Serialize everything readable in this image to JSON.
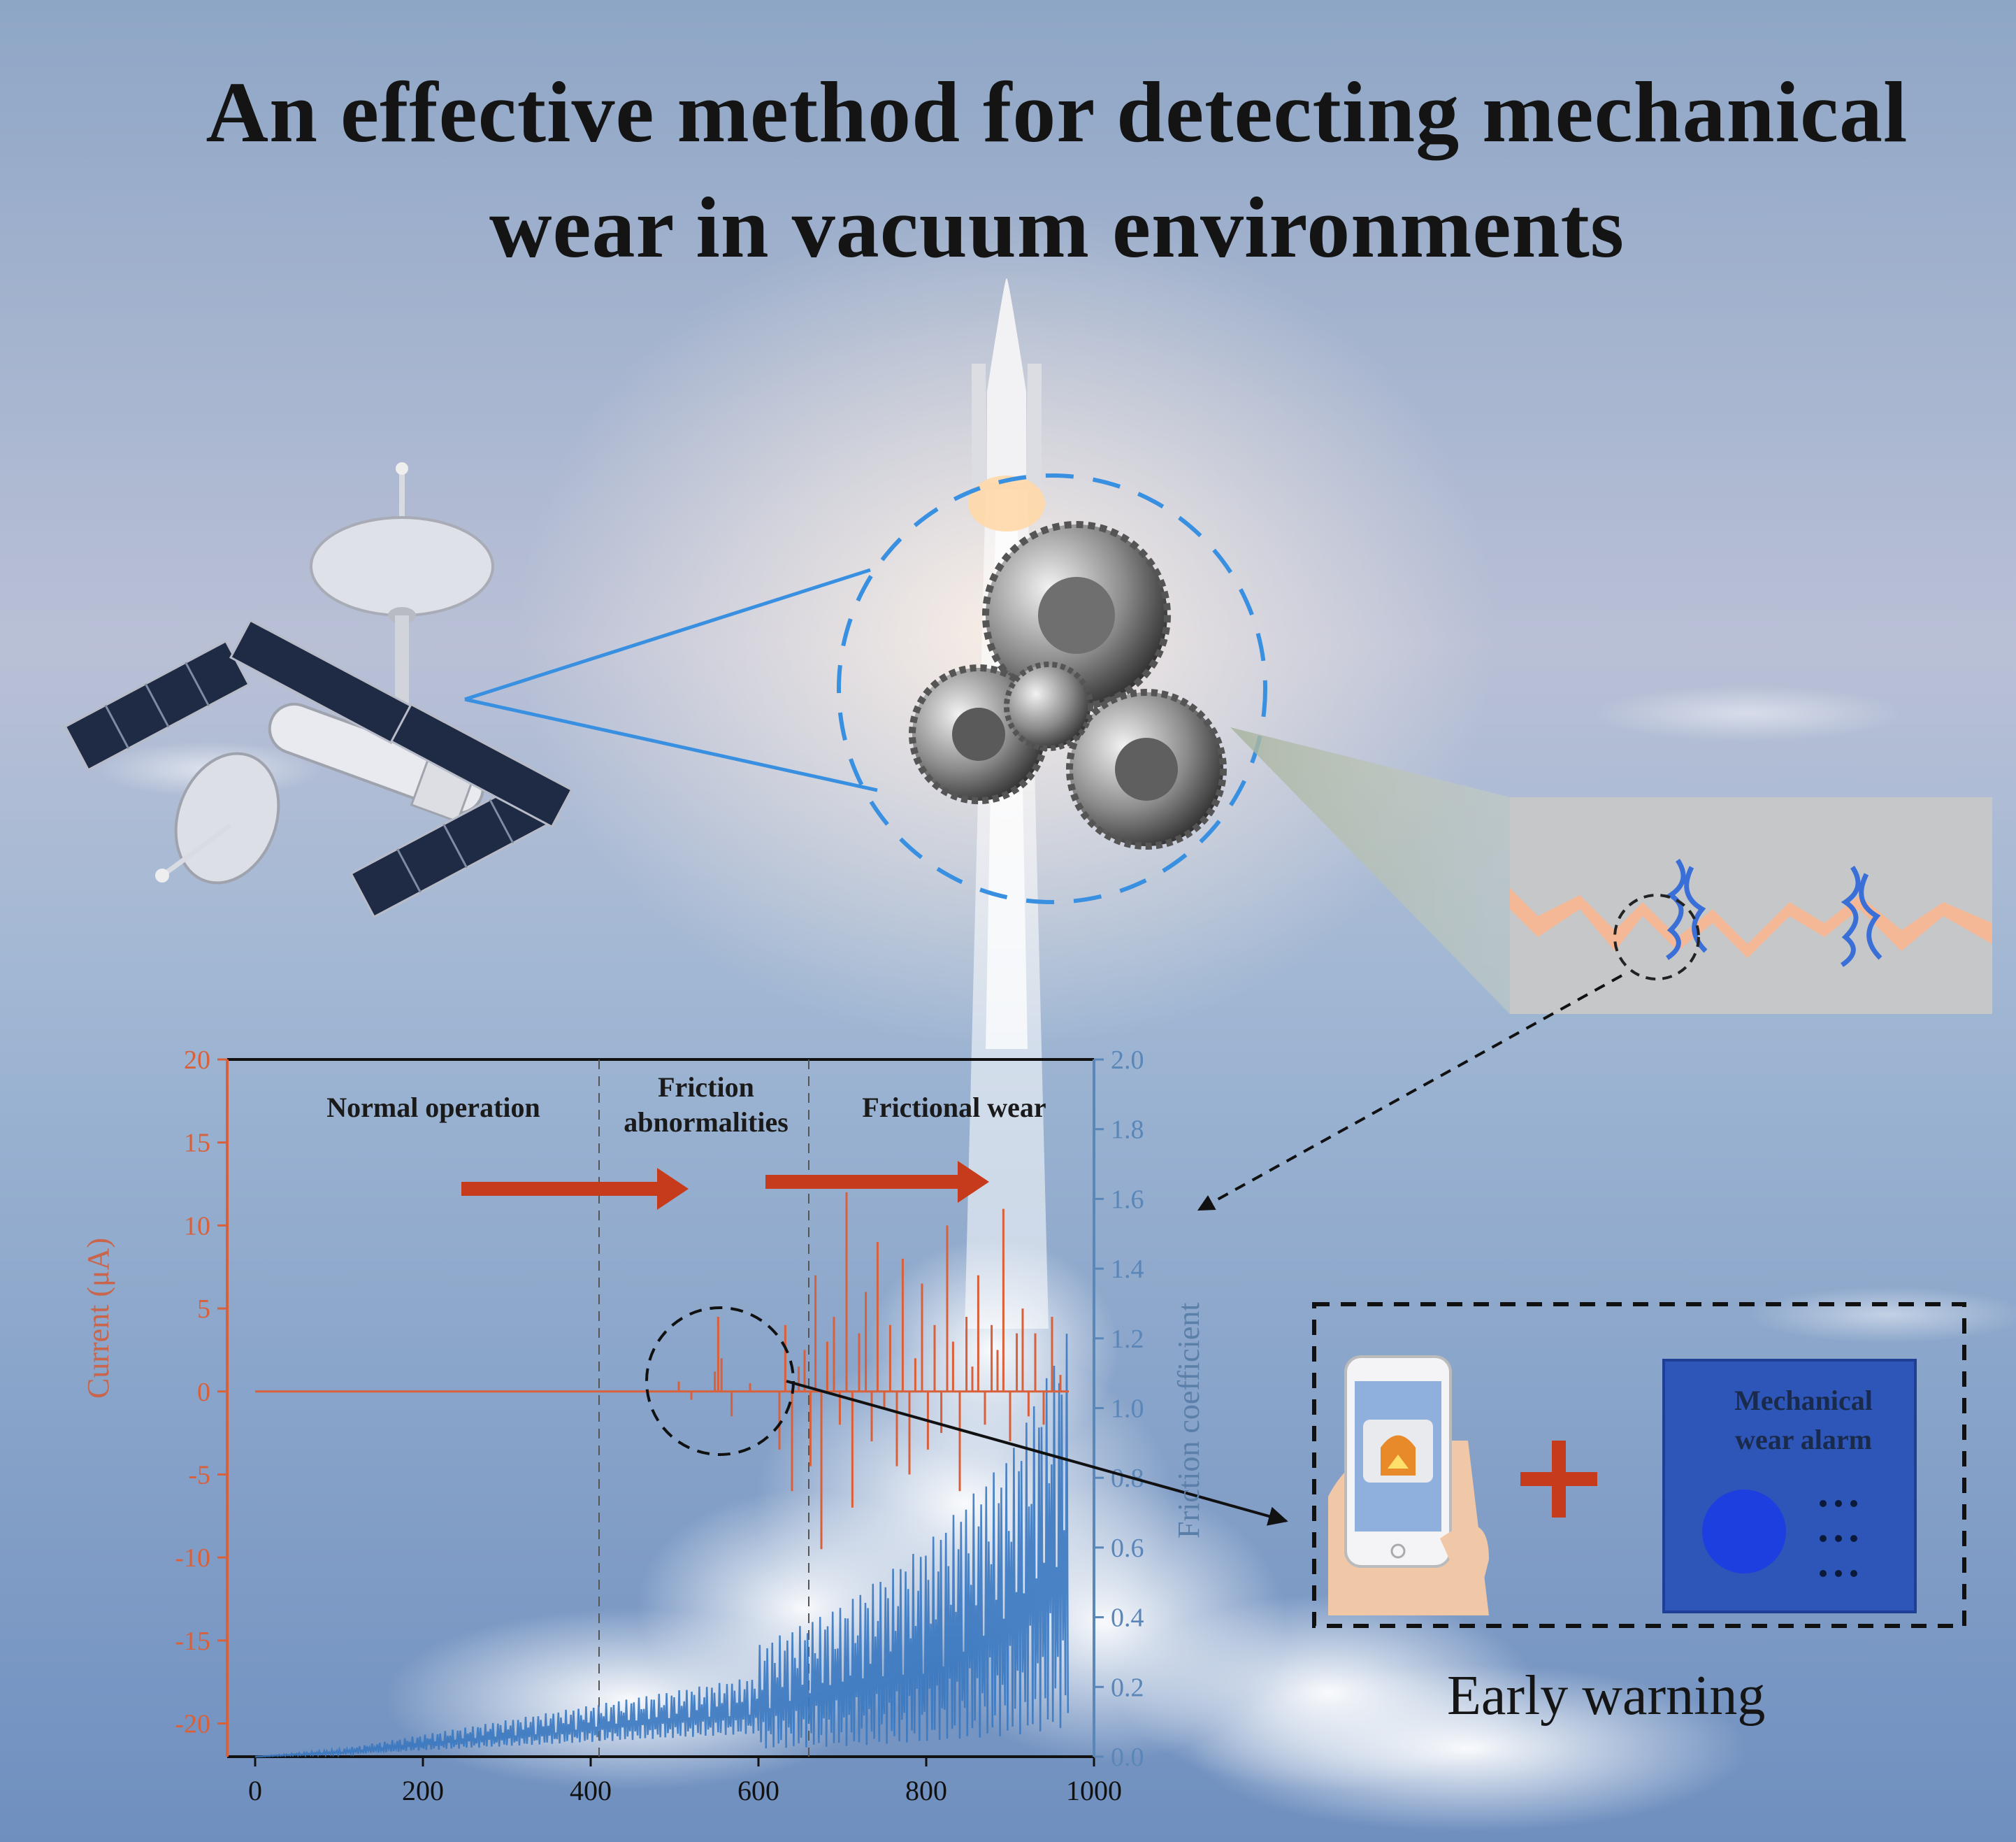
{
  "title": {
    "line1": "An effective method for detecting mechanical",
    "line2": "wear in vacuum environments"
  },
  "icons": [
    "satellite-icon",
    "rocket-icon",
    "gears-icon",
    "contact-interface-icon",
    "smartphone-alarm-icon",
    "plus-icon",
    "alarm-panel-icon",
    "arrow-icon"
  ],
  "colors": {
    "current": "#d8603a",
    "friction": "#3a78c0",
    "arrow": "#c63b1b",
    "sky_top": "#8fa8c8",
    "sky_mid": "#c4c8da"
  },
  "early_warning": {
    "label": "Early warning",
    "alarm_text": [
      "Mechanical",
      "wear alarm"
    ],
    "plus": "+"
  },
  "chart_data": {
    "type": "line",
    "title": "",
    "xlabel": "",
    "ylabel_left": "Current (μA)",
    "ylabel_right": "Friction coefficient",
    "xlim": [
      0,
      1000
    ],
    "ylim_left": [
      -22,
      20
    ],
    "ylim_right": [
      0.0,
      2.0
    ],
    "x_ticks": [
      0,
      200,
      400,
      600,
      800,
      1000
    ],
    "y_left_ticks": [
      20,
      15,
      10,
      5,
      0,
      -5,
      -10,
      -15,
      -20
    ],
    "y_right_ticks": [
      "2.0",
      "1.8",
      "1.6",
      "1.4",
      "1.2",
      "1.0",
      "0.8",
      "0.6",
      "0.4",
      "0.2",
      "0.0"
    ],
    "regions": [
      {
        "label": "Normal operation",
        "x_start": 0,
        "x_end": 410
      },
      {
        "label": "Friction abnormalities",
        "x_start": 410,
        "x_end": 660
      },
      {
        "label": "Frictional wear",
        "x_start": 660,
        "x_end": 970
      }
    ],
    "region_dividers": [
      410,
      660
    ],
    "series": [
      {
        "axis": "left",
        "spikes": [
          [
            505,
            0.6
          ],
          [
            520,
            -0.5
          ],
          [
            548,
            1.2
          ],
          [
            552,
            4.5
          ],
          [
            556,
            2.0
          ],
          [
            568,
            -1.5
          ],
          [
            590,
            0.5
          ],
          [
            625,
            -3.5
          ],
          [
            632,
            4.0
          ],
          [
            640,
            -6.0
          ],
          [
            648,
            1.5
          ],
          [
            655,
            2.5
          ],
          [
            662,
            -4.5
          ],
          [
            668,
            7.0
          ],
          [
            675,
            -9.5
          ],
          [
            682,
            3.0
          ],
          [
            690,
            4.5
          ],
          [
            697,
            -2.0
          ],
          [
            705,
            12.0
          ],
          [
            712,
            -7.0
          ],
          [
            720,
            3.5
          ],
          [
            728,
            6.0
          ],
          [
            735,
            -3.0
          ],
          [
            742,
            9.0
          ],
          [
            750,
            -1.0
          ],
          [
            757,
            4.0
          ],
          [
            765,
            -4.5
          ],
          [
            772,
            8.0
          ],
          [
            780,
            -5.0
          ],
          [
            787,
            2.0
          ],
          [
            795,
            6.5
          ],
          [
            802,
            -3.5
          ],
          [
            810,
            4.0
          ],
          [
            818,
            -2.5
          ],
          [
            825,
            10.0
          ],
          [
            832,
            3.0
          ],
          [
            840,
            -6.0
          ],
          [
            848,
            4.5
          ],
          [
            855,
            1.5
          ],
          [
            862,
            7.0
          ],
          [
            870,
            -2.0
          ],
          [
            878,
            4.0
          ],
          [
            885,
            2.5
          ],
          [
            892,
            11.0
          ],
          [
            900,
            -3.0
          ],
          [
            908,
            3.5
          ],
          [
            915,
            5.0
          ],
          [
            922,
            -1.5
          ],
          [
            930,
            3.5
          ],
          [
            940,
            -2.0
          ],
          [
            950,
            4.5
          ],
          [
            960,
            1.0
          ]
        ]
      },
      {
        "axis": "right",
        "envelope": [
          [
            0,
            0.0
          ],
          [
            100,
            0.02
          ],
          [
            200,
            0.06
          ],
          [
            300,
            0.1
          ],
          [
            400,
            0.14
          ],
          [
            500,
            0.18
          ],
          [
            600,
            0.22
          ],
          [
            700,
            0.3
          ],
          [
            800,
            0.42
          ],
          [
            900,
            0.6
          ],
          [
            970,
            0.85
          ]
        ]
      }
    ]
  }
}
